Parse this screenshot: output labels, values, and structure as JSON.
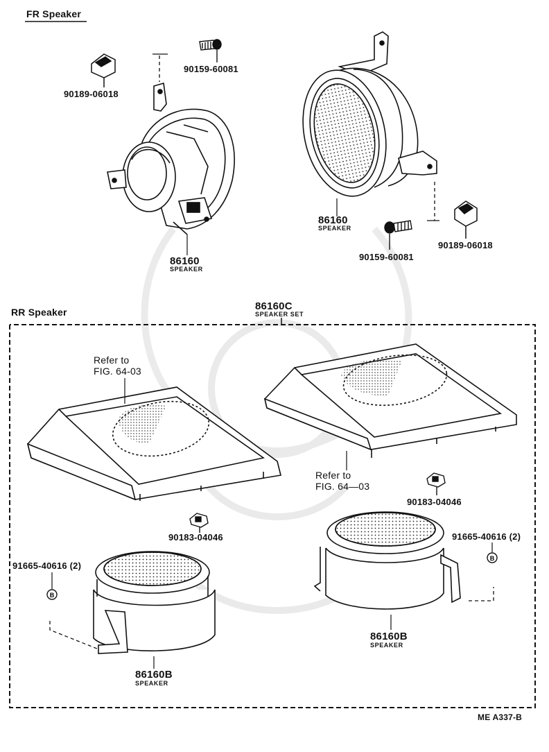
{
  "sections": {
    "front": "FR Speaker",
    "rear": "RR Speaker"
  },
  "parts": {
    "clip_90189": "90189-06018",
    "screw_90159": "90159-60081",
    "speaker_86160": "86160",
    "speaker_word": "SPEAKER",
    "speaker_set_86160C": "86160C",
    "speaker_set_word": "SPEAKER SET",
    "nut_90183": "90183-04046",
    "bolt_91665": "91665-40616 (2)",
    "speaker_86160B": "86160B"
  },
  "refer_to": {
    "line1": "Refer to",
    "line2": "FIG. 64-03",
    "line2_alt": "FIG. 64—03"
  },
  "figure_code": "ME A337-B"
}
